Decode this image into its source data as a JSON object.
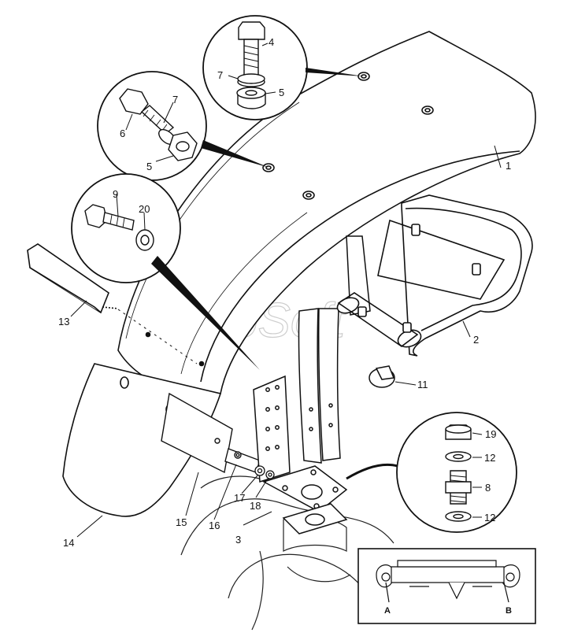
{
  "watermark": "AutoSoft",
  "callouts": [
    {
      "id": "c1",
      "text": "1"
    },
    {
      "id": "c2",
      "text": "2"
    },
    {
      "id": "c3",
      "text": "3"
    },
    {
      "id": "c4",
      "text": "4"
    },
    {
      "id": "c5a",
      "text": "5"
    },
    {
      "id": "c5b",
      "text": "5"
    },
    {
      "id": "c6",
      "text": "6"
    },
    {
      "id": "c7a",
      "text": "7"
    },
    {
      "id": "c7b",
      "text": "7"
    },
    {
      "id": "c8",
      "text": "8"
    },
    {
      "id": "c9",
      "text": "9"
    },
    {
      "id": "c11",
      "text": "11"
    },
    {
      "id": "c12a",
      "text": "12"
    },
    {
      "id": "c12b",
      "text": "12"
    },
    {
      "id": "c13",
      "text": "13"
    },
    {
      "id": "c14",
      "text": "14"
    },
    {
      "id": "c15",
      "text": "15"
    },
    {
      "id": "c16",
      "text": "16"
    },
    {
      "id": "c17",
      "text": "17"
    },
    {
      "id": "c18",
      "text": "18"
    },
    {
      "id": "c19",
      "text": "19"
    },
    {
      "id": "c20",
      "text": "20"
    }
  ],
  "inset": {
    "label_a": "A",
    "label_b": "B"
  }
}
